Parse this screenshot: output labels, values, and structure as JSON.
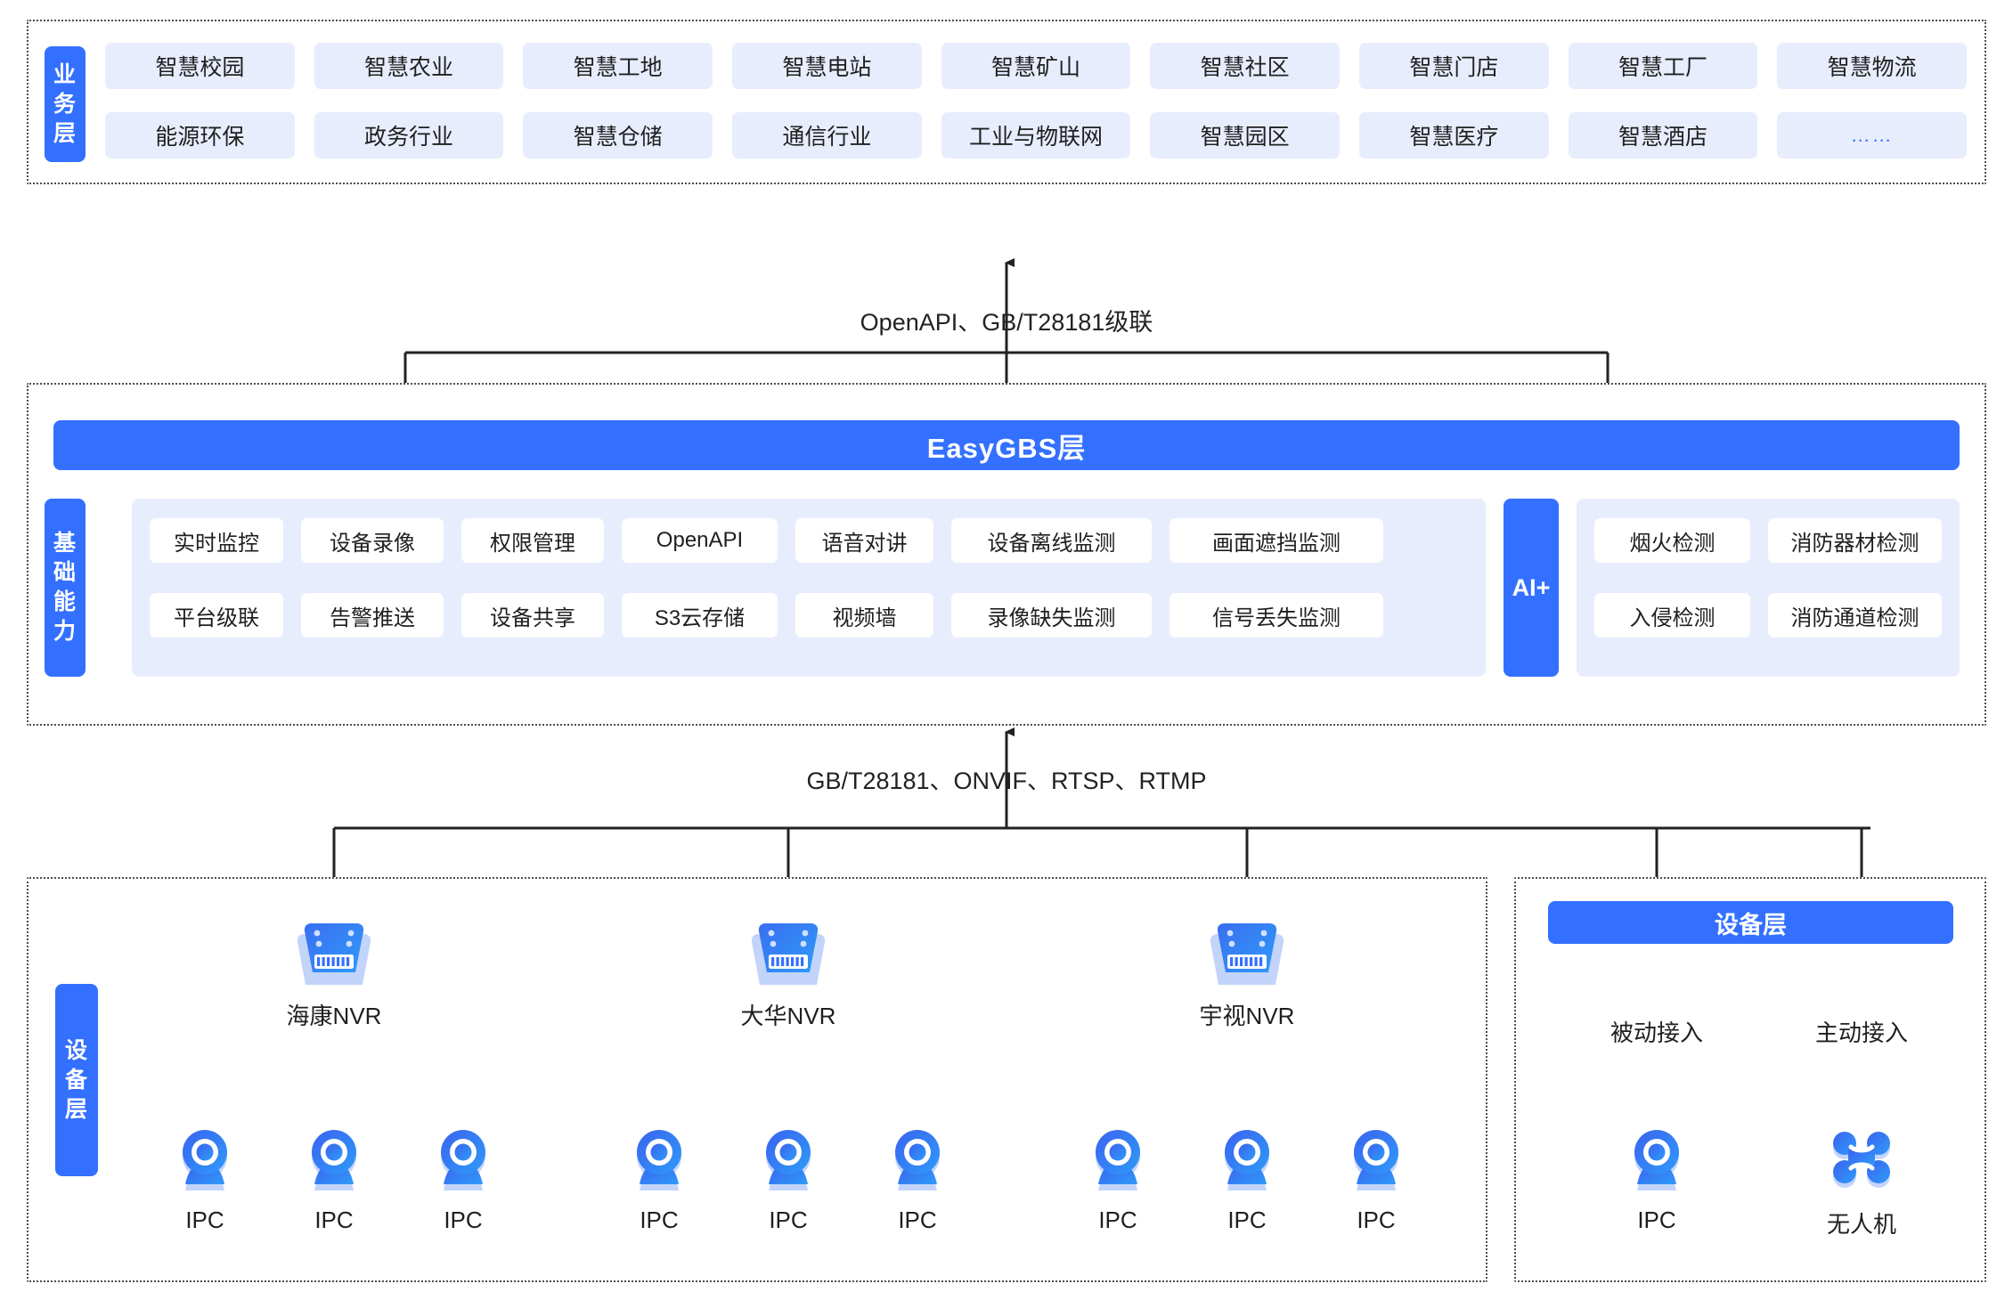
{
  "business_layer": {
    "label_chars": [
      "业",
      "务",
      "层"
    ],
    "items": [
      "智慧校园",
      "智慧农业",
      "智慧工地",
      "智慧电站",
      "智慧矿山",
      "智慧社区",
      "智慧门店",
      "智慧工厂",
      "智慧物流",
      "能源环保",
      "政务行业",
      "智慧仓储",
      "通信行业",
      "工业与物联网",
      "智慧园区",
      "智慧医疗",
      "智慧酒店",
      "……"
    ]
  },
  "connectors": {
    "top": "OpenAPI、GB/T28181级联",
    "bottom": "GB/T28181、ONVIF、RTSP、RTMP"
  },
  "gbs_layer": {
    "title": "EasyGBS层",
    "base_label_chars": [
      "基",
      "础",
      "能",
      "力"
    ],
    "capabilities": [
      "实时监控",
      "设备录像",
      "权限管理",
      "OpenAPI",
      "语音对讲",
      "设备离线监测",
      "画面遮挡监测",
      "平台级联",
      "告警推送",
      "设备共享",
      "S3云存储",
      "视频墙",
      "录像缺失监测",
      "信号丢失监测"
    ],
    "ai_label": "AI+",
    "ai_items": [
      "烟火检测",
      "消防器材检测",
      "入侵检测",
      "消防通道检测"
    ]
  },
  "device_layer": {
    "label_chars": [
      "设",
      "备",
      "层"
    ],
    "nvr_groups": [
      {
        "name": "海康NVR",
        "cameras": [
          "IPC",
          "IPC",
          "IPC"
        ]
      },
      {
        "name": "大华NVR",
        "cameras": [
          "IPC",
          "IPC",
          "IPC"
        ]
      },
      {
        "name": "宇视NVR",
        "cameras": [
          "IPC",
          "IPC",
          "IPC"
        ]
      }
    ]
  },
  "device_layer_right": {
    "title": "设备层",
    "passive_label": "被动接入",
    "active_label": "主动接入",
    "passive_device": "IPC",
    "active_device": "无人机"
  },
  "colors": {
    "brand_blue": "#3370ff",
    "chip_bg": "#e8edfd",
    "panel_bg": "#e8edfd",
    "card_bg": "#ffffff",
    "line": "#333333",
    "text": "#1f1f1f"
  }
}
